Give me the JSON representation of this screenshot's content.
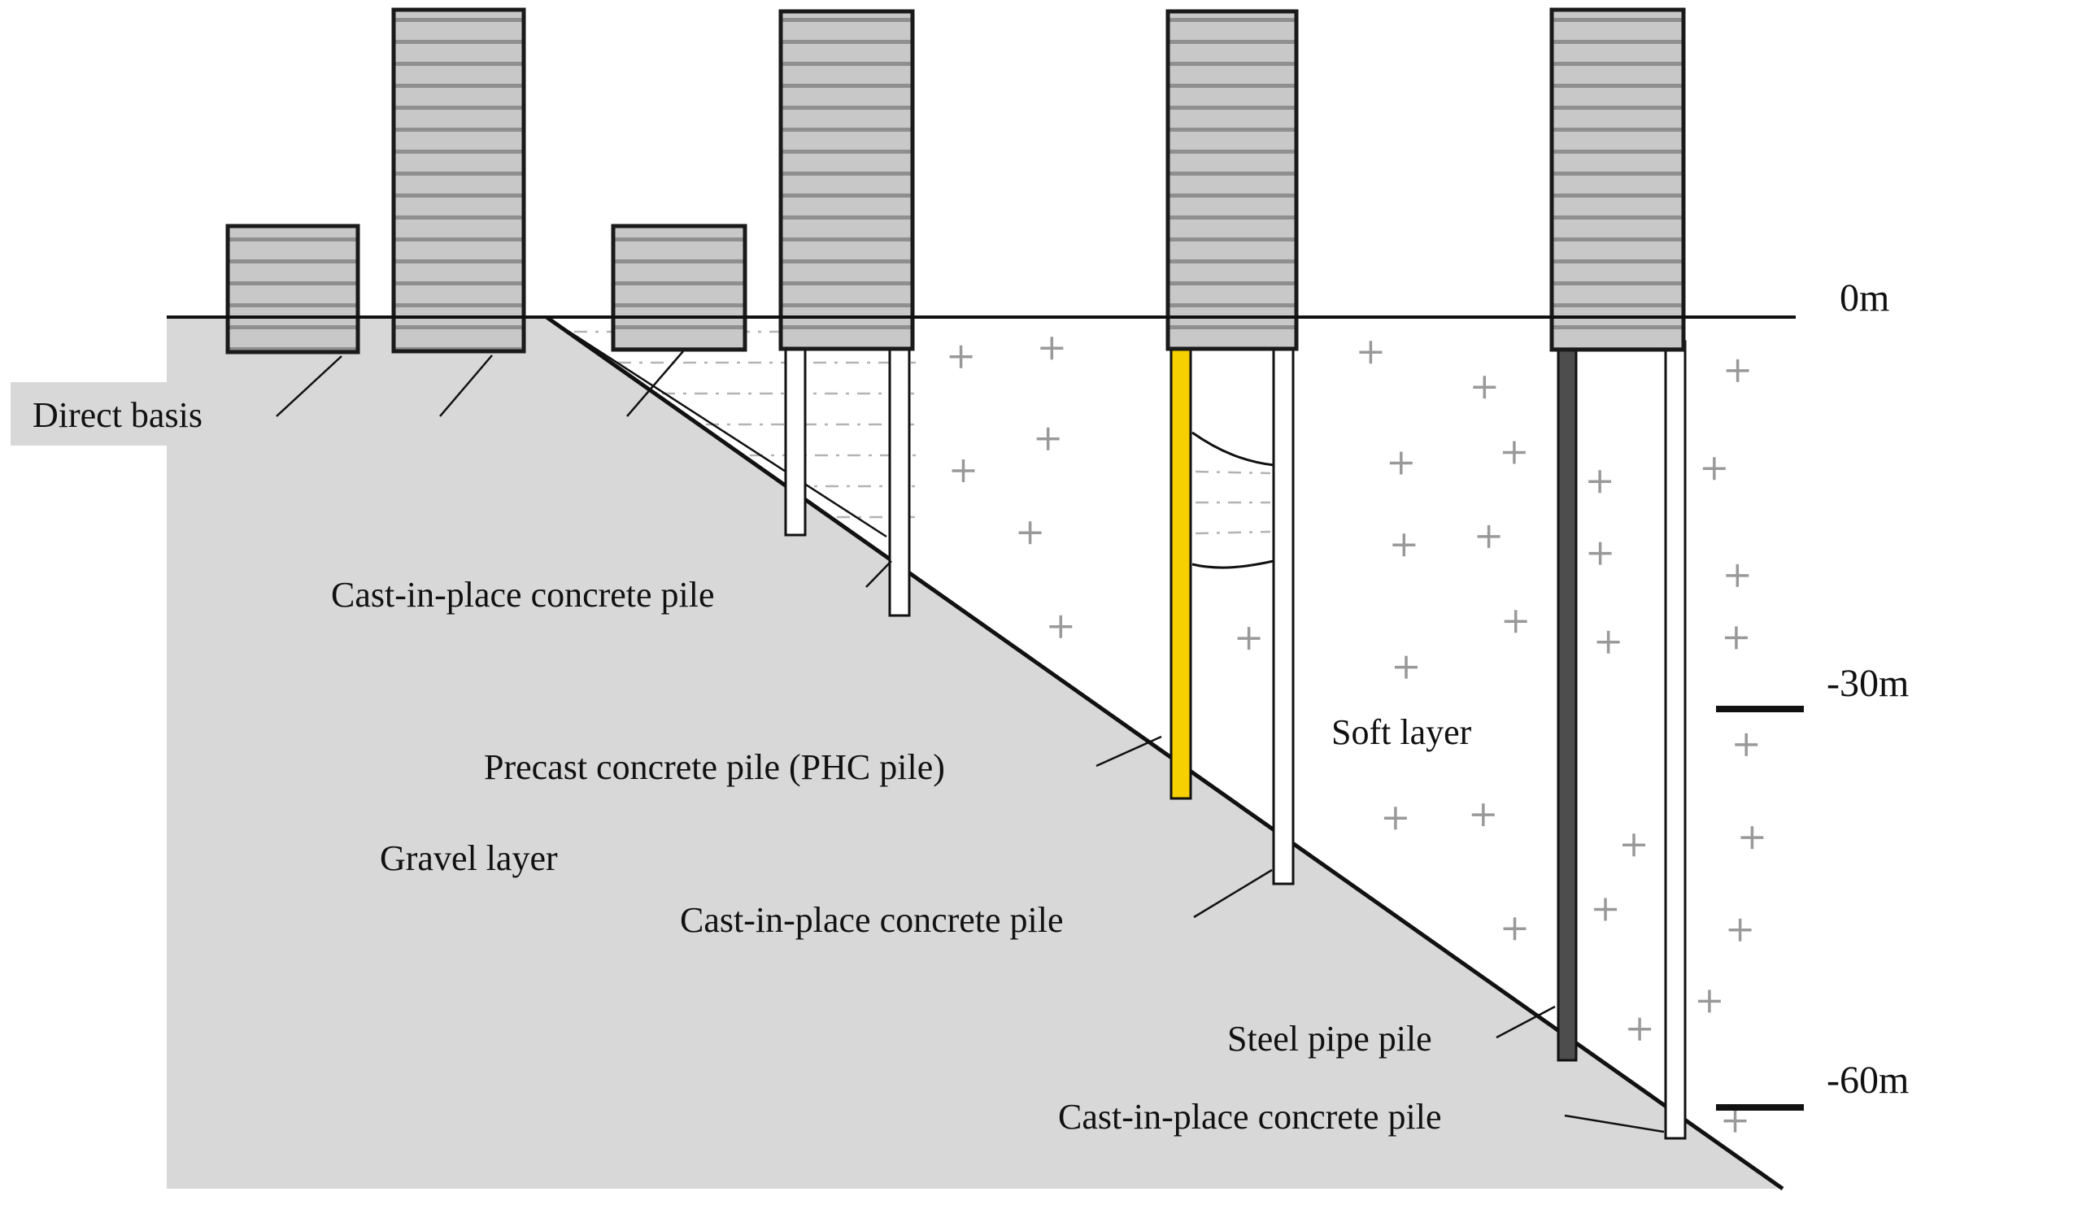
{
  "diagram": {
    "labels": {
      "direct_basis": "Direct basis",
      "cast_in_place_pile_upper": "Cast-in-place concrete pile",
      "precast_pile": "Precast concrete pile (PHC pile)",
      "gravel_layer": "Gravel layer",
      "cast_in_place_pile_middle": "Cast-in-place concrete pile",
      "soft_layer": "Soft layer",
      "steel_pipe_pile": "Steel pipe pile",
      "cast_in_place_pile_lower": "Cast-in-place concrete pile"
    },
    "depth_markers": {
      "surface": "0m",
      "minus30": "-30m",
      "minus60": "-60m"
    }
  },
  "colors": {
    "building_fill": "#c8c8c8",
    "building_stripe": "#8f8f8f",
    "building_outline": "#1a1a1a",
    "gravel_fill": "#d8d8d8",
    "phc_pile_fill": "#f6d000",
    "steel_pile_fill": "#4d4d4d",
    "concrete_pile_fill": "#ffffff",
    "plus_mark": "#999999",
    "line": "#111111",
    "text": "#111111"
  }
}
